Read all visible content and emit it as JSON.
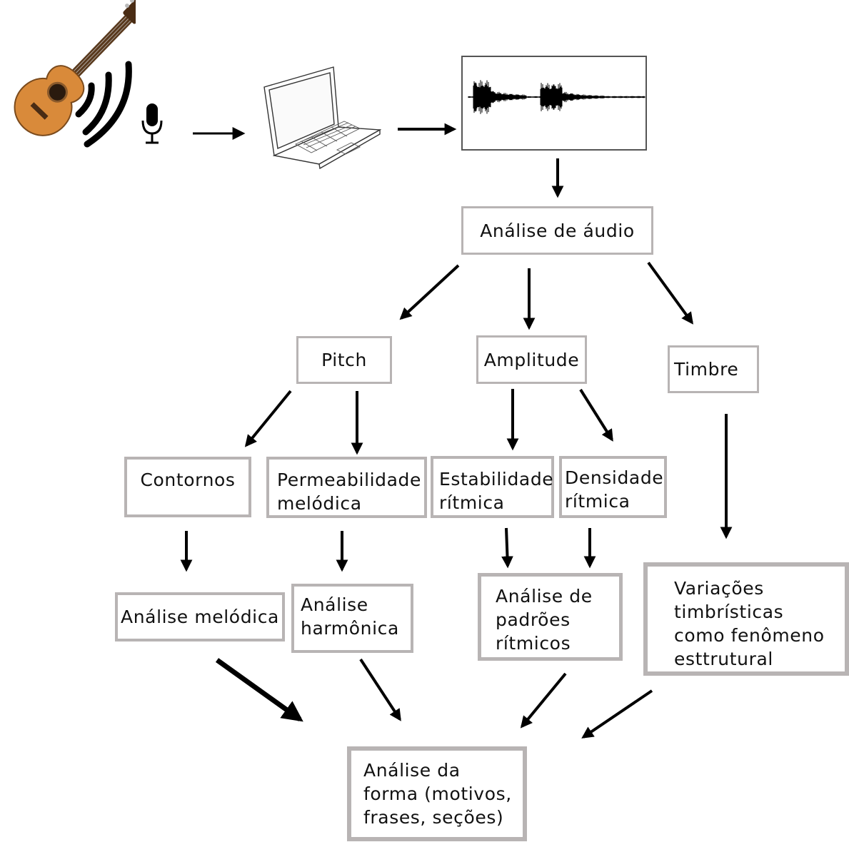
{
  "icons": {
    "guitar": "guitar-icon",
    "sound_waves": "sound-waves-icon",
    "microphone": "microphone-icon",
    "laptop": "laptop-icon",
    "waveform": "audio-waveform-icon"
  },
  "nodes": {
    "audio_analysis": "Análise de áudio",
    "pitch": "Pitch",
    "amplitude": "Amplitude",
    "timbre": "Timbre",
    "contours": "Contornos",
    "melodic_permeability": "Permeabilidade\nmelódica",
    "rhythmic_stability": "Estabilidade\nrítmica",
    "rhythmic_density": "Densidade\nrítmica",
    "melodic_analysis": "Análise melódica",
    "harmonic_analysis": "Análise\nharmônica",
    "rhythmic_patterns_analysis": "Análise de\npadrões\nrítmicos",
    "timbral_variations": "Variações\ntimbrísticas\ncomo fenômeno\nesttrutural",
    "form_analysis": "Análise da\nforma (motivos,\nfrases, seções)"
  },
  "colors": {
    "box_border": "#b8b4b4",
    "arrow": "#000000",
    "guitar_body": "#d98a3a"
  }
}
